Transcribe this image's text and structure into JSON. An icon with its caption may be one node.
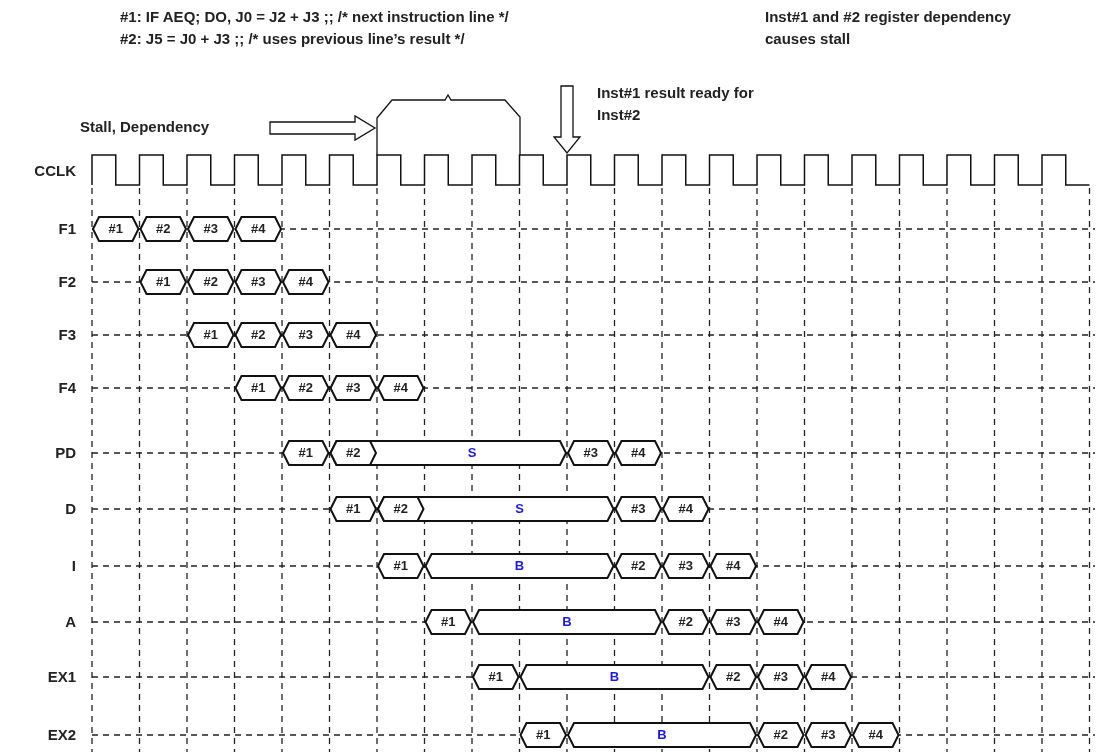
{
  "diagram": {
    "labels": [
      "#1: IF AEQ; DO, J0 = J2 + J3 ;; /* next instruction line */",
      "#2: J5 = J0 + J3 ;; /* uses previous line’s result */",
      "Inst#1 and #2 register dependency causes stall",
      "Stall, Dependency",
      "Inst#1 result ready for Inst#2",
      "CCLK",
      "F1",
      "#1",
      "#2",
      "#3",
      "#4",
      "F2",
      "#1",
      "#2",
      "#3",
      "#4",
      "F3",
      "#1",
      "#2",
      "#3",
      "#4",
      "F4",
      "#1",
      "#2",
      "#3",
      "#4",
      "PD",
      "#1",
      "#2",
      "S",
      "#3",
      "#4",
      "D",
      "#1",
      "#2",
      "S",
      "#3",
      "#4",
      "I",
      "#1",
      "B",
      "#2",
      "#3",
      "#4",
      "A",
      "#1",
      "B",
      "#2",
      "#3",
      "#4",
      "EX1",
      "#1",
      "B",
      "#2",
      "#3",
      "#4",
      "EX2",
      "#1",
      "B",
      "#2",
      "#3",
      "#4"
    ]
  }
}
